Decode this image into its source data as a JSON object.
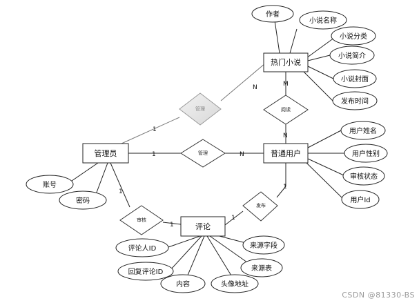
{
  "entities": {
    "hot_novel": "热门小说",
    "admin": "管理员",
    "user": "普通用户",
    "comment": "评论"
  },
  "relationships": {
    "manage_novel": "管理",
    "manage_user": "管理",
    "read": "阅读",
    "publish": "发布",
    "review": "审核"
  },
  "attributes": {
    "novel": [
      "作者",
      "小说名称",
      "小说分类",
      "小说简介",
      "小说封面",
      "发布时间"
    ],
    "user": [
      "用户姓名",
      "用户性别",
      "审核状态",
      "用户Id"
    ],
    "admin": [
      "账号",
      "密码"
    ],
    "comment": [
      "评论人ID",
      "回复评论ID",
      "内容",
      "头像地址",
      "来源字段",
      "来源表"
    ]
  },
  "cardinalities": {
    "admin_manage_novel": "1",
    "manage_novel_hot": "N",
    "hot_read": "M",
    "read_user": "N",
    "admin_manage_user": "1",
    "manage_user_user": "N",
    "user_publish": "1",
    "publish_comment": "1",
    "admin_review": "1",
    "review_comment": "1"
  },
  "watermark": "CSDN @81330-BS"
}
